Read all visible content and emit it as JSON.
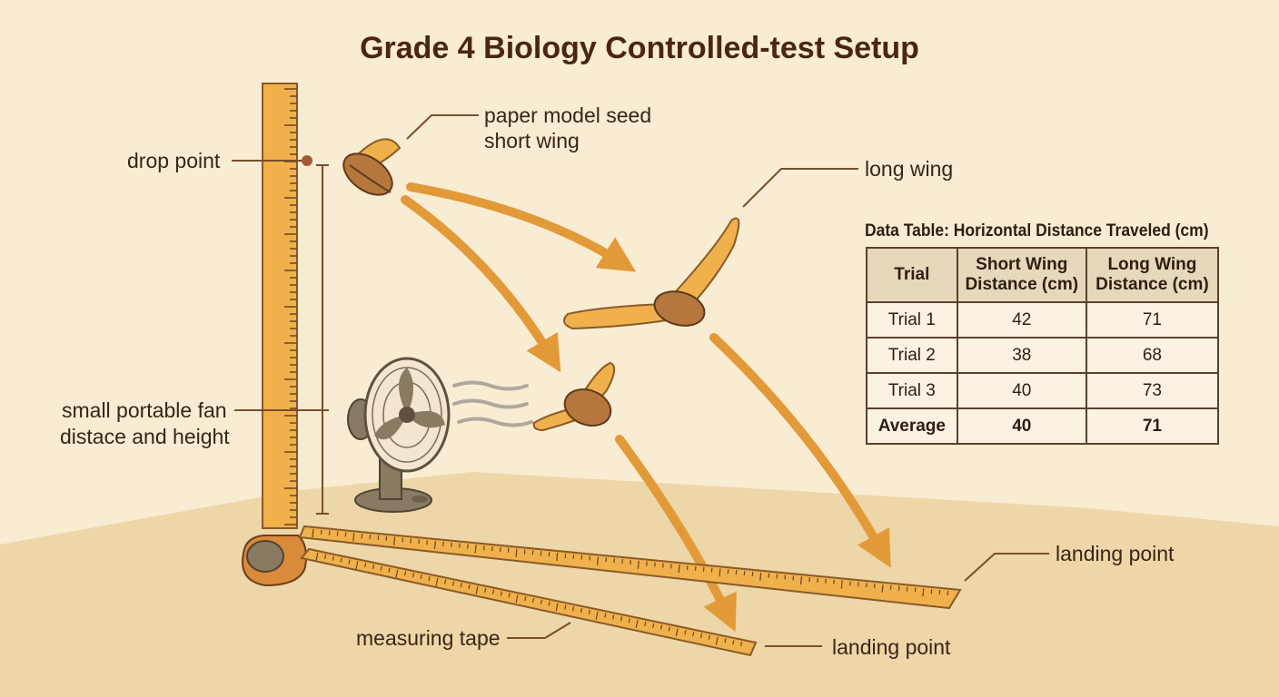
{
  "title": "Grade 4 Biology Controlled-test Setup",
  "labels": {
    "drop_point": "drop point",
    "seed_line1": "paper model seed",
    "seed_line2": "short wing",
    "long_wing": "long wing",
    "fan_line1": "small portable fan",
    "fan_line2": "distace and height",
    "measuring_tape": "measuring tape",
    "landing_point_long": "landing point",
    "landing_point_short": "landing point"
  },
  "table": {
    "title": "Data Table: Horizontal Distance Traveled (cm)",
    "headers": [
      "Trial",
      "Short Wing Distance (cm)",
      "Long Wing Distance (cm)"
    ],
    "rows": [
      [
        "Trial 1",
        "42",
        "71"
      ],
      [
        "Trial 2",
        "38",
        "68"
      ],
      [
        "Trial 3",
        "40",
        "73"
      ]
    ],
    "average": [
      "Average",
      "40",
      "71"
    ]
  },
  "colors": {
    "background": "#f8ecd3",
    "floor": "#edd6a8",
    "wood": "#f0b14c",
    "arrow": "#e29a38",
    "seed_cap": "#b5773c",
    "fan": "#8a7a62",
    "text": "#3b2414"
  }
}
